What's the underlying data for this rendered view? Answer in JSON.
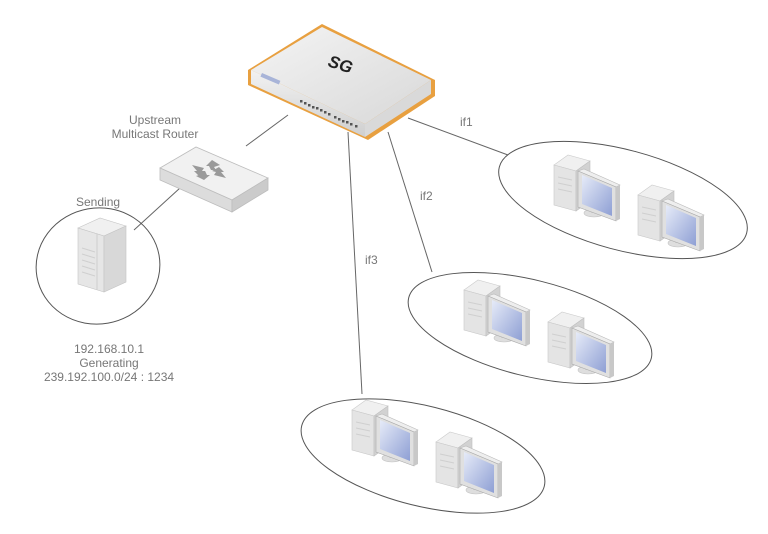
{
  "diagram": {
    "security_gateway": {
      "label": "SG",
      "accent": "#e8a040"
    },
    "upstream_router": {
      "label_line1": "Upstream",
      "label_line2": "Multicast Router"
    },
    "sender": {
      "title": "Sending",
      "ip": "192.168.10.1",
      "action": "Generating",
      "stream": "239.192.100.0/24 : 1234"
    },
    "interfaces": [
      {
        "name": "if1",
        "hosts": 2
      },
      {
        "name": "if2",
        "hosts": 2
      },
      {
        "name": "if3",
        "hosts": 2
      }
    ],
    "colors": {
      "line": "#666666",
      "text": "#777777",
      "screen": "#b8c4e8"
    }
  }
}
